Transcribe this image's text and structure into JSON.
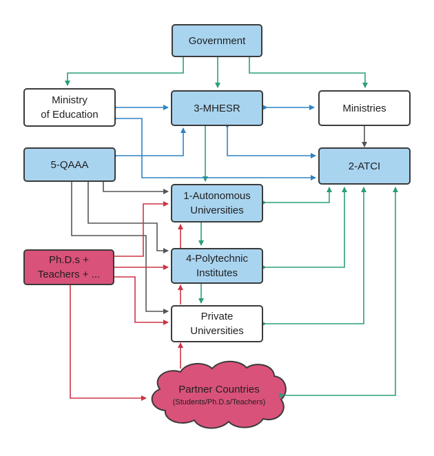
{
  "nodes": {
    "government": {
      "label": "Government"
    },
    "ministry_education": {
      "line1": "Ministry",
      "line2": "of Education"
    },
    "mhesr": {
      "label": "3-MHESR"
    },
    "ministries": {
      "label": "Ministries"
    },
    "qaaa": {
      "label": "5-QAAA"
    },
    "atci": {
      "label": "2-ATCI"
    },
    "autonomous": {
      "line1": "1-Autonomous",
      "line2": "Universities"
    },
    "phd_teachers": {
      "line1": "Ph.D.s +",
      "line2": "Teachers + ..."
    },
    "polytechnic": {
      "line1": "4-Polytechnic",
      "line2": "Institutes"
    },
    "private": {
      "line1": "Private",
      "line2": "Universities"
    },
    "partner": {
      "line1": "Partner Countries",
      "line2": "(Students/Ph.D.s/Teachers)"
    }
  },
  "colors": {
    "blue_node": "#a9d4f0",
    "pink_node": "#d9527a",
    "green_edge": "#2a9d7c",
    "blue_edge": "#2f82c4",
    "gray_edge": "#555555",
    "red_edge": "#cc3344"
  }
}
